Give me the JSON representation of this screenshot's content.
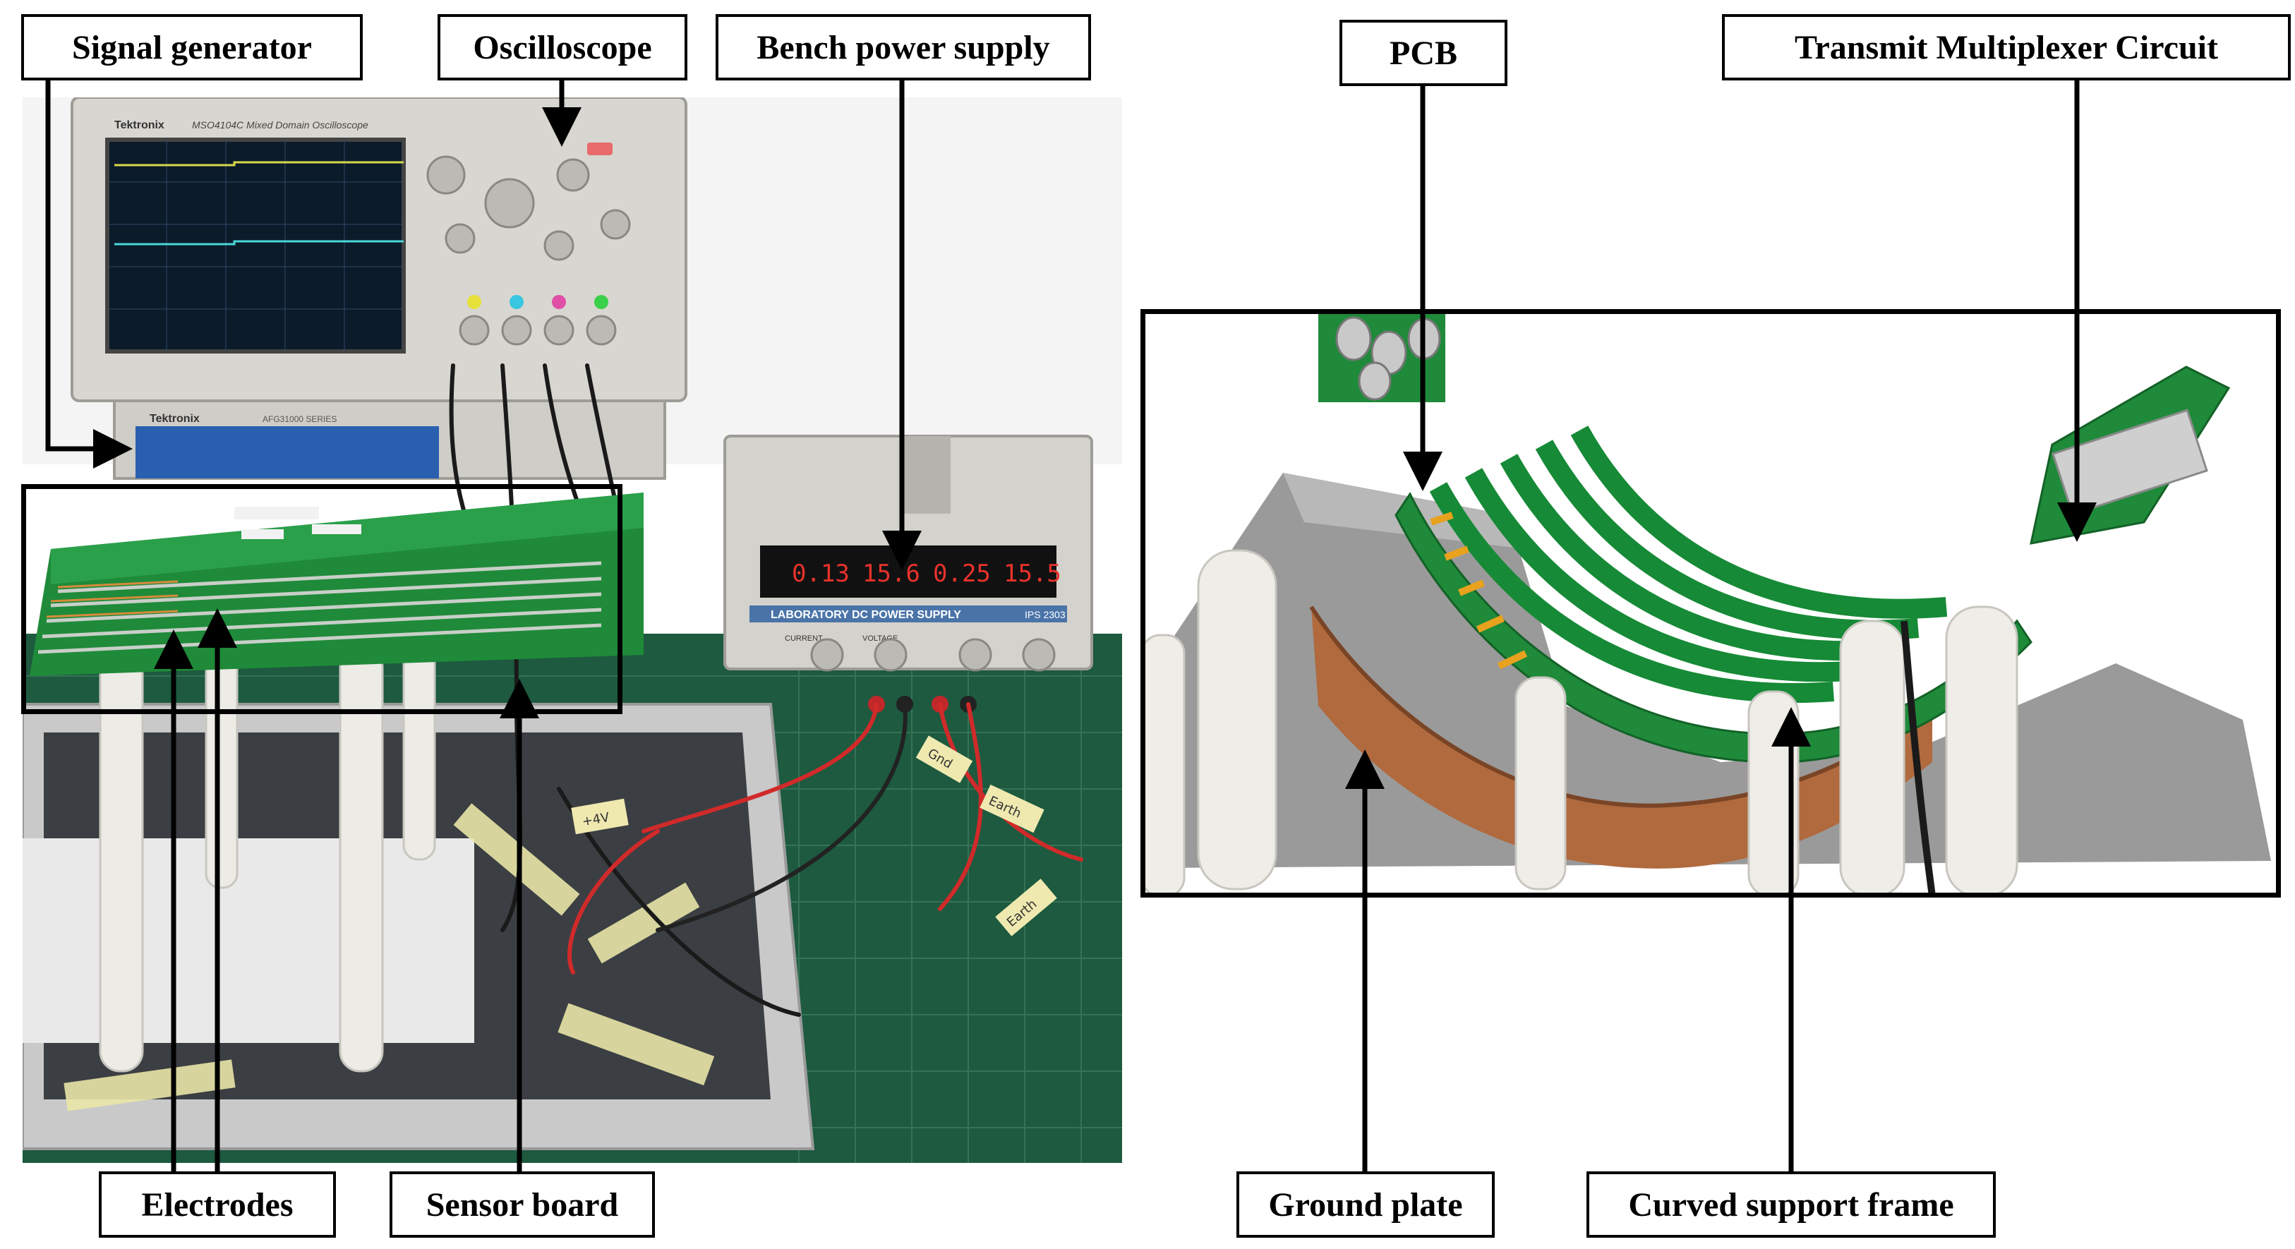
{
  "labels": {
    "signal_generator": "Signal generator",
    "oscilloscope": "Oscilloscope",
    "bench_power_supply": "Bench power supply",
    "pcb": "PCB",
    "transmit_multiplexer": "Transmit Multiplexer Circuit",
    "electrodes": "Electrodes",
    "sensor_board": "Sensor board",
    "ground_plate": "Ground plate",
    "curved_support_frame": "Curved support frame"
  },
  "devices": {
    "oscilloscope_brand": "Tektronix",
    "oscilloscope_model": "MSO4104C Mixed Domain Oscilloscope",
    "signal_generator_brand": "Tektronix",
    "signal_generator_model": "AFG31000 SERIES",
    "psu_title": "LABORATORY DC POWER SUPPLY",
    "psu_model": "IPS 2303",
    "psu_readout_1": "0.13",
    "psu_readout_2": "15.6",
    "psu_readout_3": "0.25",
    "psu_readout_4": "15.5",
    "psu_current_label": "CURRENT",
    "psu_voltage_label": "VOLTAGE",
    "tape_label_1": "+4V",
    "tape_label_2": "Gnd",
    "tape_label_3": "Earth",
    "tape_label_4": "Earth"
  },
  "colors": {
    "pcb_green": "#1f8a3a",
    "mat_green": "#1d5a3f",
    "copper": "#b06a3e",
    "frame_grey": "#8f8f8f",
    "readout_red": "#e8322c"
  }
}
